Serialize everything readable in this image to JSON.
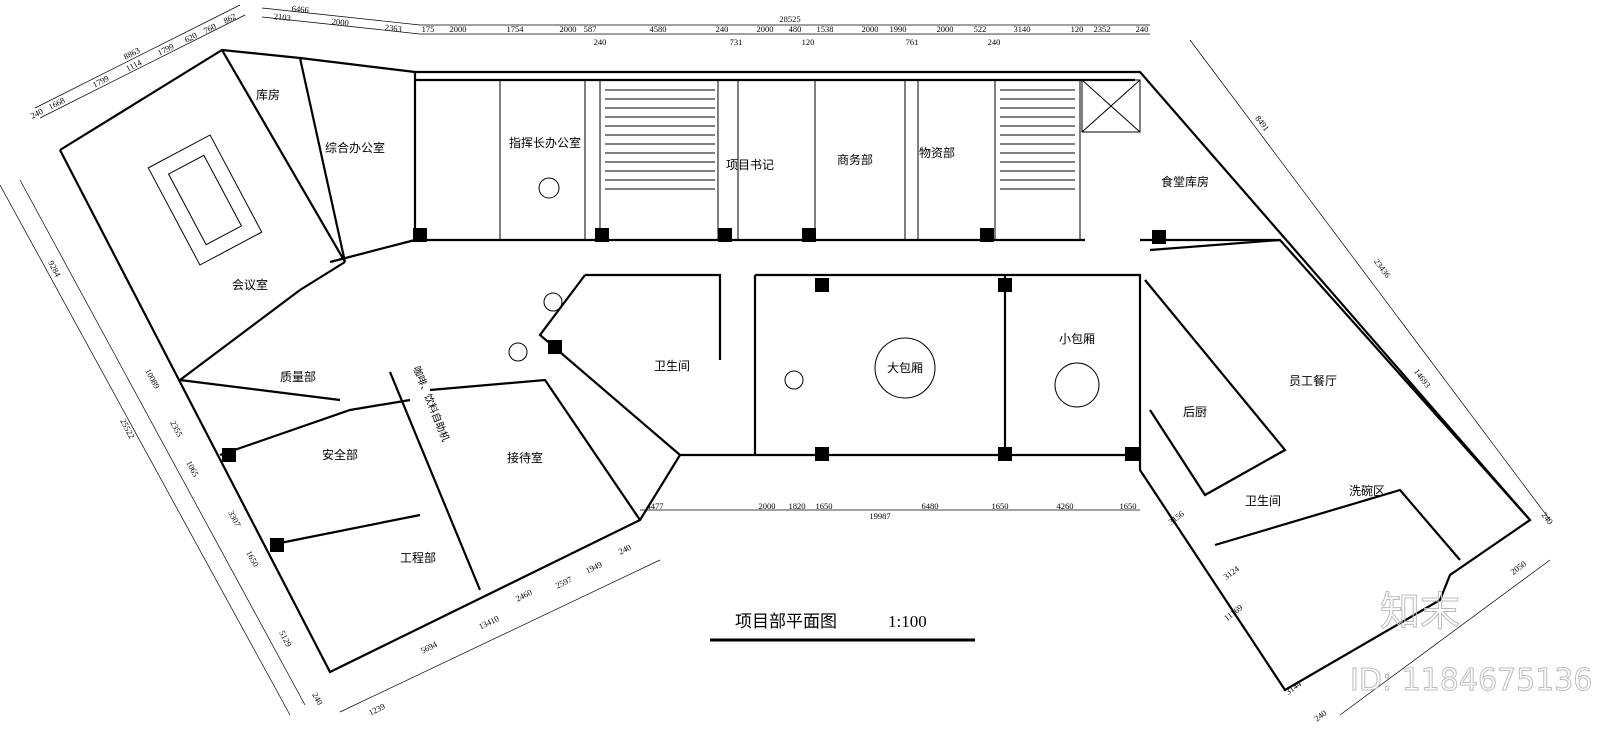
{
  "title": "项目部平面图",
  "scale": "1:100",
  "watermark": {
    "brand": "知末",
    "id": "ID: 1184675136"
  },
  "rooms": [
    "库房",
    "综合办公室",
    "指挥长办公室",
    "项目书记",
    "商务部",
    "物资部",
    "食堂库房",
    "会议室",
    "质量部",
    "安全部",
    "工程部",
    "接待室",
    "卫生间",
    "大包厢",
    "小包厢",
    "后厨",
    "员工餐厅",
    "卫生间",
    "洗碗区",
    "咖啡、饮料自助机"
  ],
  "dims_top_left": [
    "6466",
    "2103",
    "2000",
    "2363"
  ],
  "dims_top": {
    "total": "28525",
    "items": [
      "175",
      "2000",
      "1754",
      "2000",
      "587",
      "240",
      "4580",
      "240",
      "731",
      "2000",
      "480",
      "120",
      "1538",
      "2000",
      "1990",
      "761",
      "2000",
      "522",
      "240",
      "3140",
      "120",
      "2352",
      "240"
    ]
  },
  "dims_left_diag": [
    "8863",
    "240",
    "1668",
    "1799",
    "1114",
    "1799",
    "620",
    "760",
    "862"
  ],
  "dims_left": [
    "9284",
    "25522",
    "10089",
    "2355",
    "1065",
    "3307",
    "1650",
    "5129",
    "240"
  ],
  "dims_bottom_left": [
    "5694",
    "13410",
    "2460",
    "2597",
    "1949",
    "240",
    "1239"
  ],
  "dims_mid": {
    "total": "19987",
    "items": [
      "4477",
      "2000",
      "1820",
      "1650",
      "6480",
      "1650",
      "4260",
      "1650"
    ]
  },
  "dims_right": [
    "8491",
    "23436",
    "14693",
    "240",
    "3156",
    "11169",
    "3124",
    "3144",
    "240",
    "2050"
  ]
}
